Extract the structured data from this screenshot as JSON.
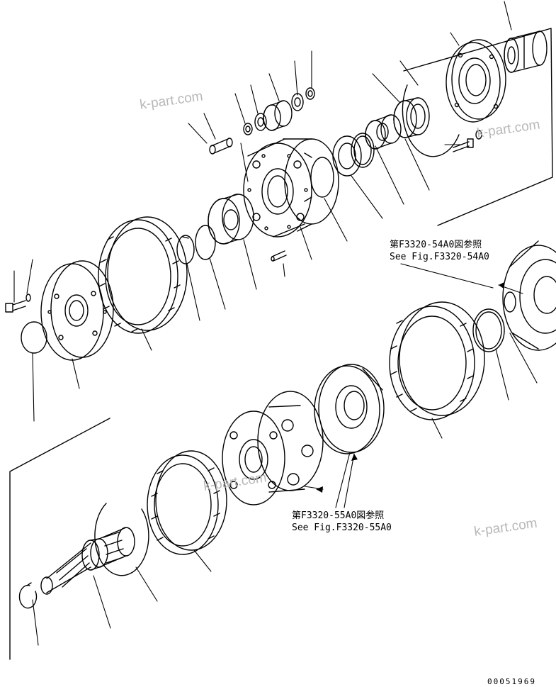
{
  "references": {
    "upper": {
      "ja": "第F3320-54A0図参照",
      "en": "See Fig.F3320-54A0"
    },
    "lower": {
      "ja": "第F3320-55A0図参照",
      "en": "See Fig.F3320-55A0"
    }
  },
  "watermark": "k-part.com",
  "document_number": "00051969"
}
